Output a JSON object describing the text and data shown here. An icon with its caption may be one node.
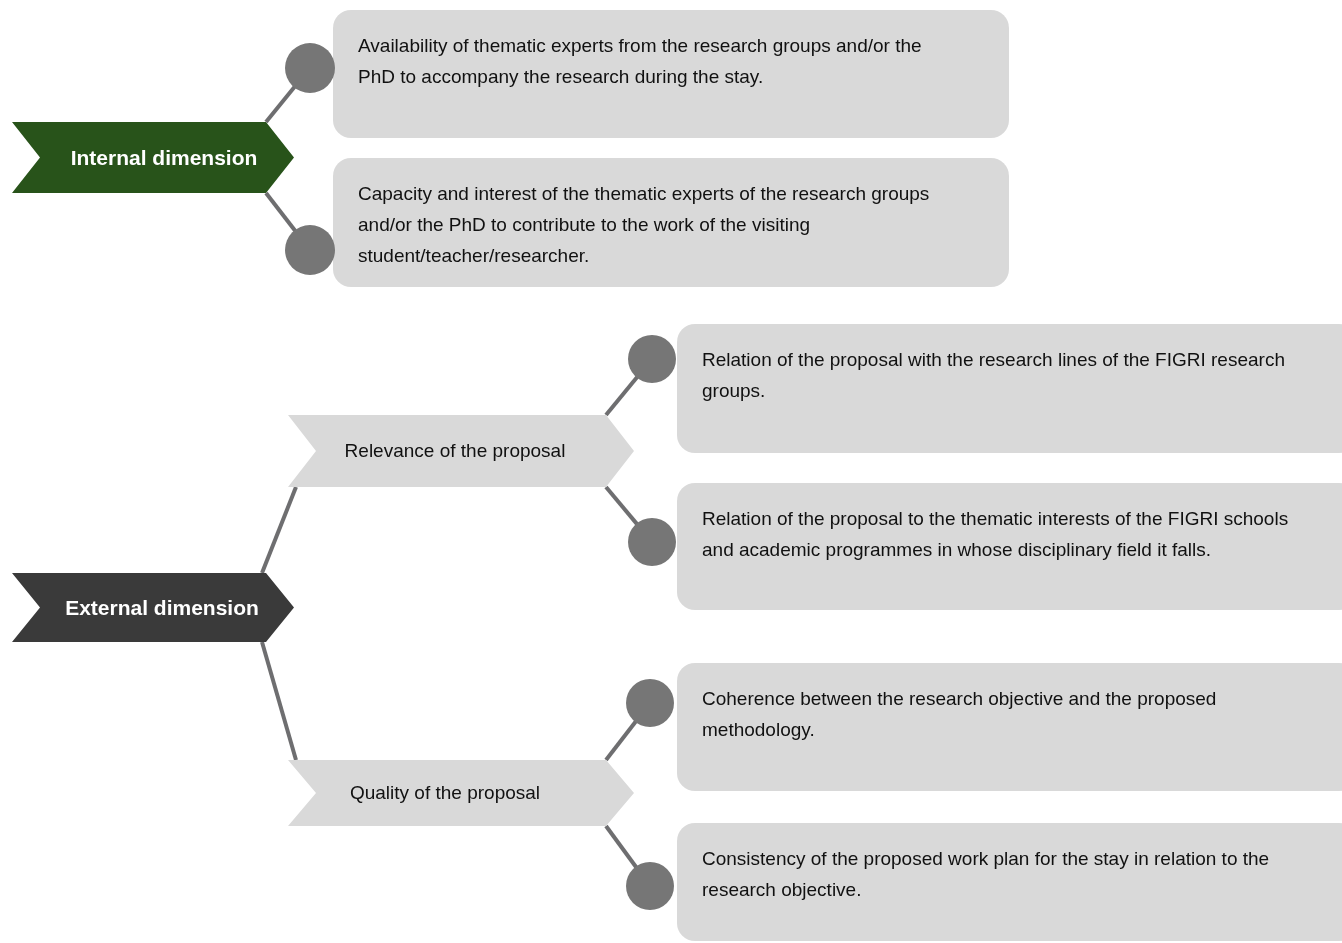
{
  "diagram": {
    "nodes": [
      {
        "text": [
          "Internal dimension"
        ]
      },
      {
        "text": [],
        "shape": "circle"
      },
      {
        "text": [
          "Availability of thematic experts from the research groups and/or the PhD to accompany the research during the stay."
        ]
      },
      {
        "text": [],
        "shape": "circle"
      },
      {
        "text": [
          "Capacity and interest of the thematic experts of the research groups and/or the PhD to contribute to the work of the visiting student/teacher/researcher."
        ]
      },
      {
        "text": [
          "External dimension"
        ]
      },
      {
        "text": [
          "Relevance of the proposal"
        ]
      },
      {
        "text": [],
        "shape": "circle"
      },
      {
        "text": [
          "Relation of the proposal with the research lines of the FIGRI research groups."
        ]
      },
      {
        "text": [],
        "shape": "circle"
      },
      {
        "text": [
          "Relation of the proposal to the thematic interests of the FIGRI schools and academic programmes in whose disciplinary field it falls."
        ]
      },
      {
        "text": [
          "Quality of the proposal"
        ]
      },
      {
        "text": [],
        "shape": "circle"
      },
      {
        "text": [
          "Coherence between the research objective and the proposed methodology."
        ]
      },
      {
        "text": [],
        "shape": "circle"
      },
      {
        "text": [
          "Consistency of the proposed work plan for the stay in relation to the research objective."
        ]
      }
    ],
    "edges": [
      {
        "from": 0,
        "to": 1,
        "arrow": "none"
      },
      {
        "from": 0,
        "to": 3,
        "arrow": "none"
      },
      {
        "from": 5,
        "to": 6,
        "arrow": "none"
      },
      {
        "from": 5,
        "to": 11,
        "arrow": "none"
      },
      {
        "from": 6,
        "to": 7,
        "arrow": "none"
      },
      {
        "from": 6,
        "to": 9,
        "arrow": "none"
      },
      {
        "from": 11,
        "to": 12,
        "arrow": "none"
      },
      {
        "from": 11,
        "to": 14,
        "arrow": "none"
      }
    ]
  }
}
